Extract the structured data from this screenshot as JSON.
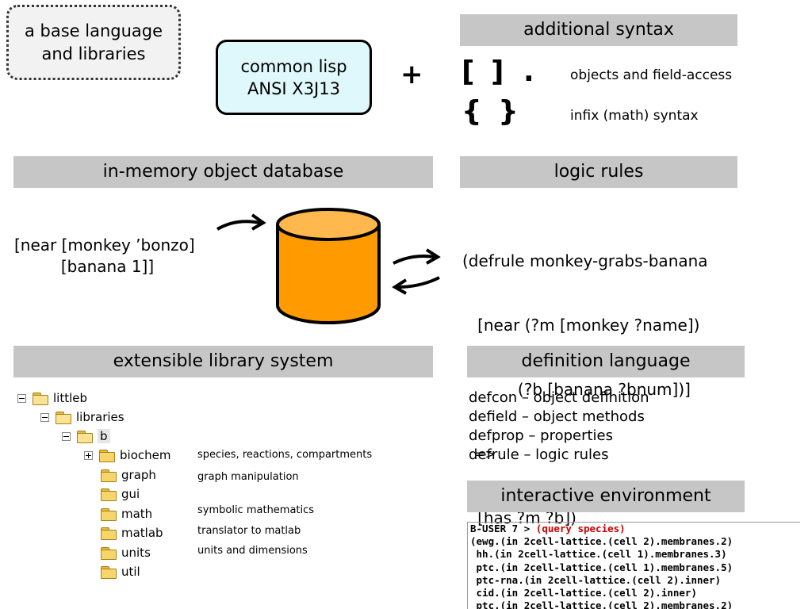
{
  "base": {
    "line1": "a base language",
    "line2": "and libraries",
    "cl_line1": "common lisp",
    "cl_line2": "ANSI X3J13",
    "plus": "+"
  },
  "additional_syntax": {
    "header": "additional syntax",
    "rows": [
      {
        "symbol1": "[ ]",
        "symbol2": ".",
        "desc": "objects and field-access"
      },
      {
        "symbol1": "{ }",
        "symbol2": "",
        "desc": "infix (math) syntax"
      }
    ]
  },
  "object_db": {
    "header": "in-memory object database",
    "example_line1": "[near [monkey ’bonzo]",
    "example_line2": "[banana 1]]"
  },
  "logic_rules": {
    "header": "logic rules",
    "code": [
      "(defrule monkey-grabs-banana",
      "   [near (?m [monkey ?name])",
      "           (?b [banana ?bnum])]",
      "   =>",
      "   [has ?m ?b])"
    ]
  },
  "library_system": {
    "header": "extensible library system",
    "tree": [
      {
        "label": "littleb",
        "expander": "minus"
      },
      {
        "label": "libraries",
        "expander": "minus"
      },
      {
        "label": "b",
        "expander": "minus"
      },
      {
        "label": "biochem",
        "expander": "plus",
        "desc": "species, reactions, compartments"
      },
      {
        "label": "graph",
        "expander": "none",
        "desc": "graph manipulation"
      },
      {
        "label": "gui",
        "expander": "none",
        "desc": ""
      },
      {
        "label": "math",
        "expander": "none",
        "desc": "symbolic mathematics"
      },
      {
        "label": "matlab",
        "expander": "none",
        "desc": "translator to matlab"
      },
      {
        "label": "units",
        "expander": "none",
        "desc": "units and dimensions"
      },
      {
        "label": "util",
        "expander": "none",
        "desc": ""
      }
    ]
  },
  "definition_language": {
    "header": "definition language",
    "items": [
      "defcon – object definition",
      "defield – object methods",
      "defprop – properties",
      "defrule – logic rules"
    ]
  },
  "interactive": {
    "header": "interactive environment",
    "prompt": "B-USER 7 > ",
    "command": "(query species)",
    "output": [
      "(ewg.(in 2cell-lattice.(cell 2).membranes.2)",
      " hh.(in 2cell-lattice.(cell 1).membranes.3)",
      " ptc.(in 2cell-lattice.(cell 1).membranes.5)",
      " ptc-rna.(in 2cell-lattice.(cell 2).inner)",
      " cid.(in 2cell-lattice.(cell 2).inner)",
      " ptc.(in 2cell-lattice.(cell 2).membranes.2)"
    ]
  },
  "colors": {
    "header_bg": "#c6c6c6",
    "cylinder": "#ff9a00",
    "cl_box": "#dff8fb",
    "console_command": "#cc0000"
  }
}
